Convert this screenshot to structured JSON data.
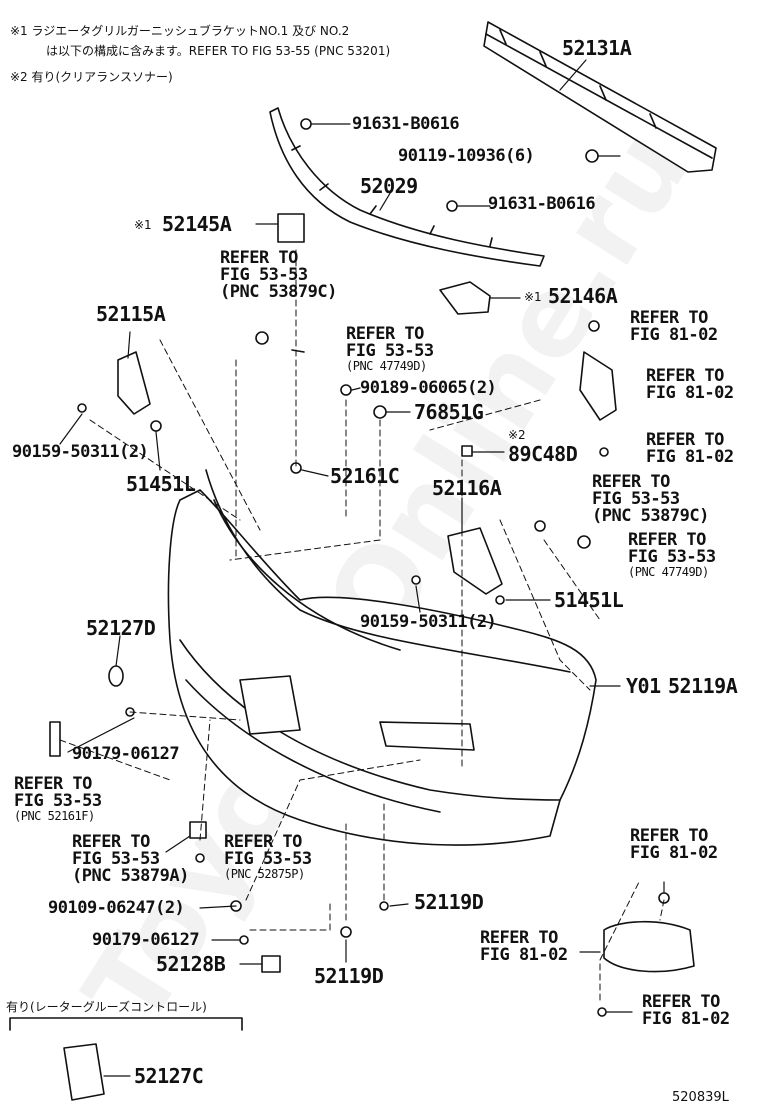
{
  "notes": {
    "note1_line1": "※1 ラジエータグリルガーニッシュブラケットNO.1 及び NO.2",
    "note1_line2": "は以下の構成に含みます。REFER TO FIG 53-55 (PNC 53201)",
    "note2": "※2 有り(クリアランスソナー)",
    "lower_group": "有り(レーターグルーズコントロール)"
  },
  "watermark": "Toyota-Online.ru",
  "figure_id": "520839L",
  "parts": {
    "p52131A": "52131A",
    "p91631_top": "91631-B0616",
    "p90119": "90119-10936(6)",
    "p52029": "52029",
    "p91631_mid": "91631-B0616",
    "p52145A_mark": "※1",
    "p52145A": "52145A",
    "p52146A_mark": "※1",
    "p52146A": "52146A",
    "p52115A": "52115A",
    "p90189": "90189-06065(2)",
    "p76851G": "76851G",
    "p89C48D_mark": "※2",
    "p89C48D": "89C48D",
    "p90159_left": "90159-50311(2)",
    "p51451L_left": "51451L",
    "p52161C": "52161C",
    "p52116A": "52116A",
    "p51451L_right": "51451L",
    "p90159_mid": "90159-50311(2)",
    "p52127D": "52127D",
    "pY01": "Y01",
    "p52119A": "52119A",
    "p90179_top": "90179-06127",
    "p90109": "90109-06247(2)",
    "p52119D_right": "52119D",
    "p90179_bottom": "90179-06127",
    "p52128B": "52128B",
    "p52119D_bottom": "52119D",
    "p52127C": "52127C"
  },
  "refs": {
    "r53_53_53879C_top": [
      "REFER TO",
      "FIG 53-53",
      "(PNC 53879C)"
    ],
    "r53_53_47749D_top": [
      "REFER TO",
      "FIG 53-53",
      "(PNC 47749D)"
    ],
    "r81_02_a": [
      "REFER TO",
      "FIG 81-02"
    ],
    "r81_02_b": [
      "REFER TO",
      "FIG 81-02"
    ],
    "r81_02_c": [
      "REFER TO",
      "FIG 81-02"
    ],
    "r53_53_53879C_right": [
      "REFER TO",
      "FIG 53-53",
      "(PNC 53879C)"
    ],
    "r53_53_47749D_right": [
      "REFER TO",
      "FIG 53-53",
      "(PNC 47749D)"
    ],
    "r53_53_52161F": [
      "REFER TO",
      "FIG 53-53",
      "(PNC 52161F)"
    ],
    "r53_53_53879A": [
      "REFER TO",
      "FIG 53-53",
      "(PNC 53879A)"
    ],
    "r53_53_52875P": [
      "REFER TO",
      "FIG 53-53",
      "(PNC 52875P)"
    ],
    "r81_02_d": [
      "REFER TO",
      "FIG 81-02"
    ],
    "r81_02_e": [
      "REFER TO",
      "FIG 81-02"
    ],
    "r81_02_f": [
      "REFER TO",
      "FIG 81-02"
    ]
  }
}
